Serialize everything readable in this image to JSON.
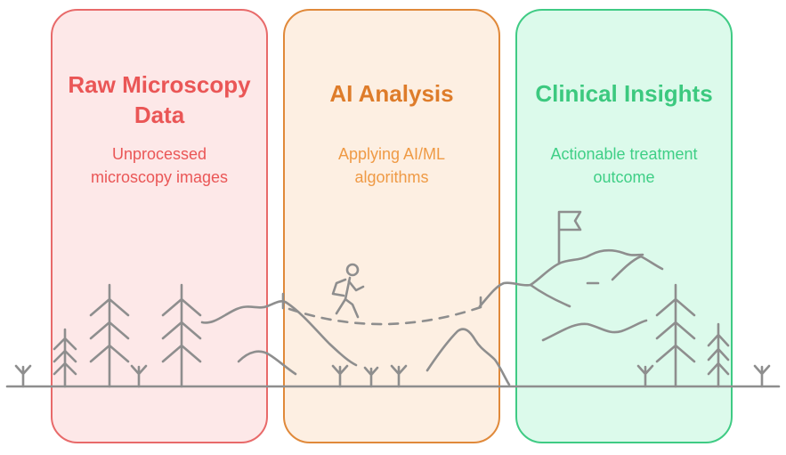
{
  "panels": [
    {
      "title": "Raw Microscopy Data",
      "subtitle_lines": [
        "Unprocessed",
        "microscopy images"
      ],
      "color": "#ea5656",
      "fill": "#fde8e8"
    },
    {
      "title": "AI Analysis",
      "subtitle_lines": [
        "Applying AI/ML",
        "algorithms"
      ],
      "color": "#de7c2a",
      "fill": "#fdefe2"
    },
    {
      "title": "Clinical Insights",
      "subtitle_lines": [
        "Actionable treatment",
        "outcome"
      ],
      "color": "#3cc97f",
      "fill": "#dcfaeb"
    }
  ],
  "illustration": {
    "icons": [
      "pine-tree-icon",
      "grass-sprout-icon",
      "hiker-icon",
      "flag-icon",
      "mountain-icon"
    ],
    "line_color": "#8e8e8e"
  }
}
